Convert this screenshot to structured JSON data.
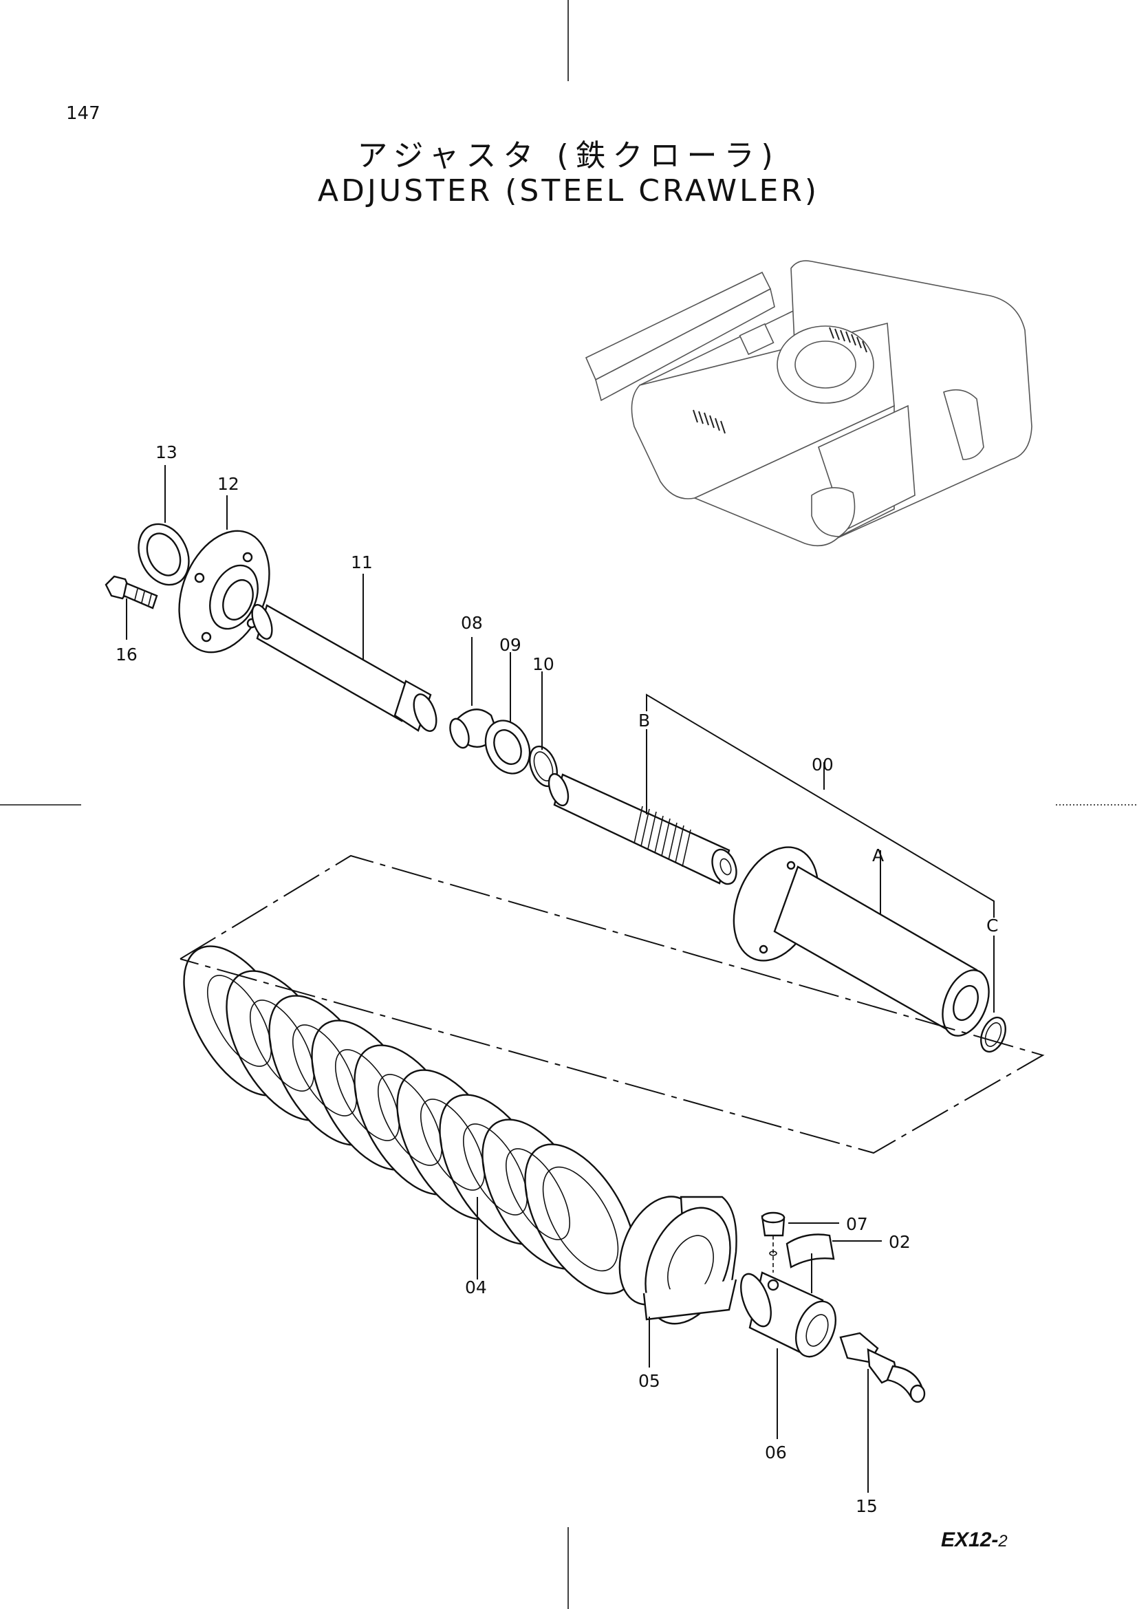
{
  "page_number": "147",
  "title_jp": "アジャスタ (鉄クローラ)",
  "title_en": "ADJUSTER (STEEL CRAWLER)",
  "model_code": {
    "main": "EX12-",
    "suffix": "2"
  },
  "callouts": {
    "p13": "13",
    "p12": "12",
    "p16": "16",
    "p11": "11",
    "p08": "08",
    "p09": "09",
    "p10": "10",
    "assy": "00",
    "sub_a": "A",
    "sub_b": "B",
    "sub_c": "C",
    "p04": "04",
    "p05": "05",
    "p06": "06",
    "p07": "07",
    "p02": "02",
    "p15": "15"
  }
}
